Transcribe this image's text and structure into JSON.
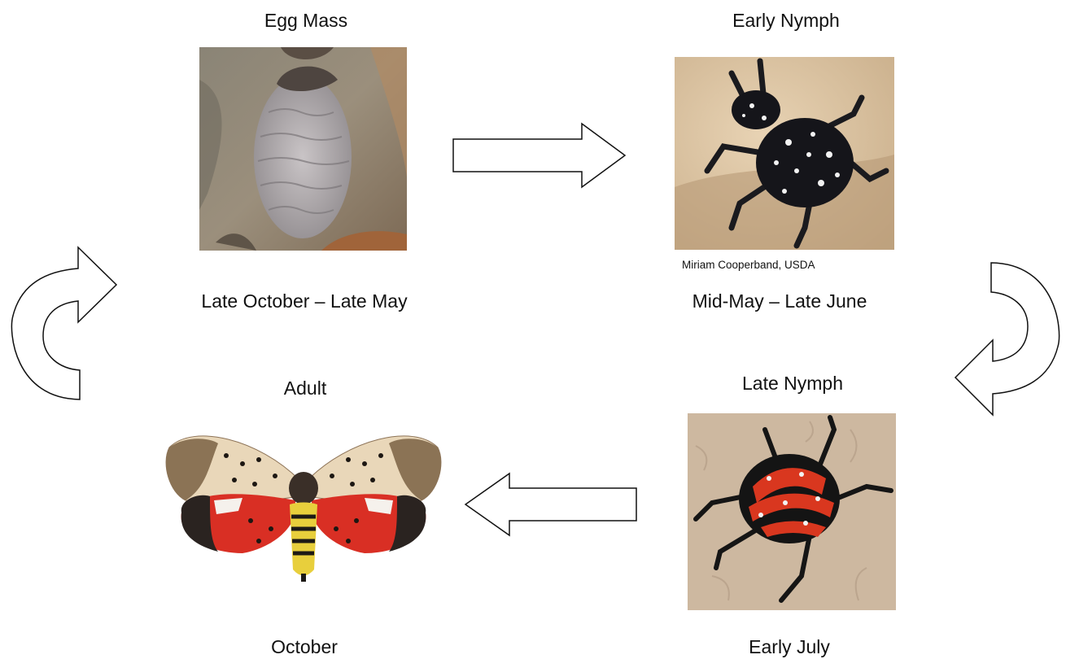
{
  "stages": {
    "egg_mass": {
      "title": "Egg Mass",
      "dates": "Late October – Late May"
    },
    "early_nymph": {
      "title": "Early Nymph",
      "dates": "Mid-May – Late June",
      "credit": "Miriam Cooperband, USDA"
    },
    "late_nymph": {
      "title": "Late Nymph",
      "dates": "Early July"
    },
    "adult": {
      "title": "Adult",
      "dates": "October"
    }
  }
}
